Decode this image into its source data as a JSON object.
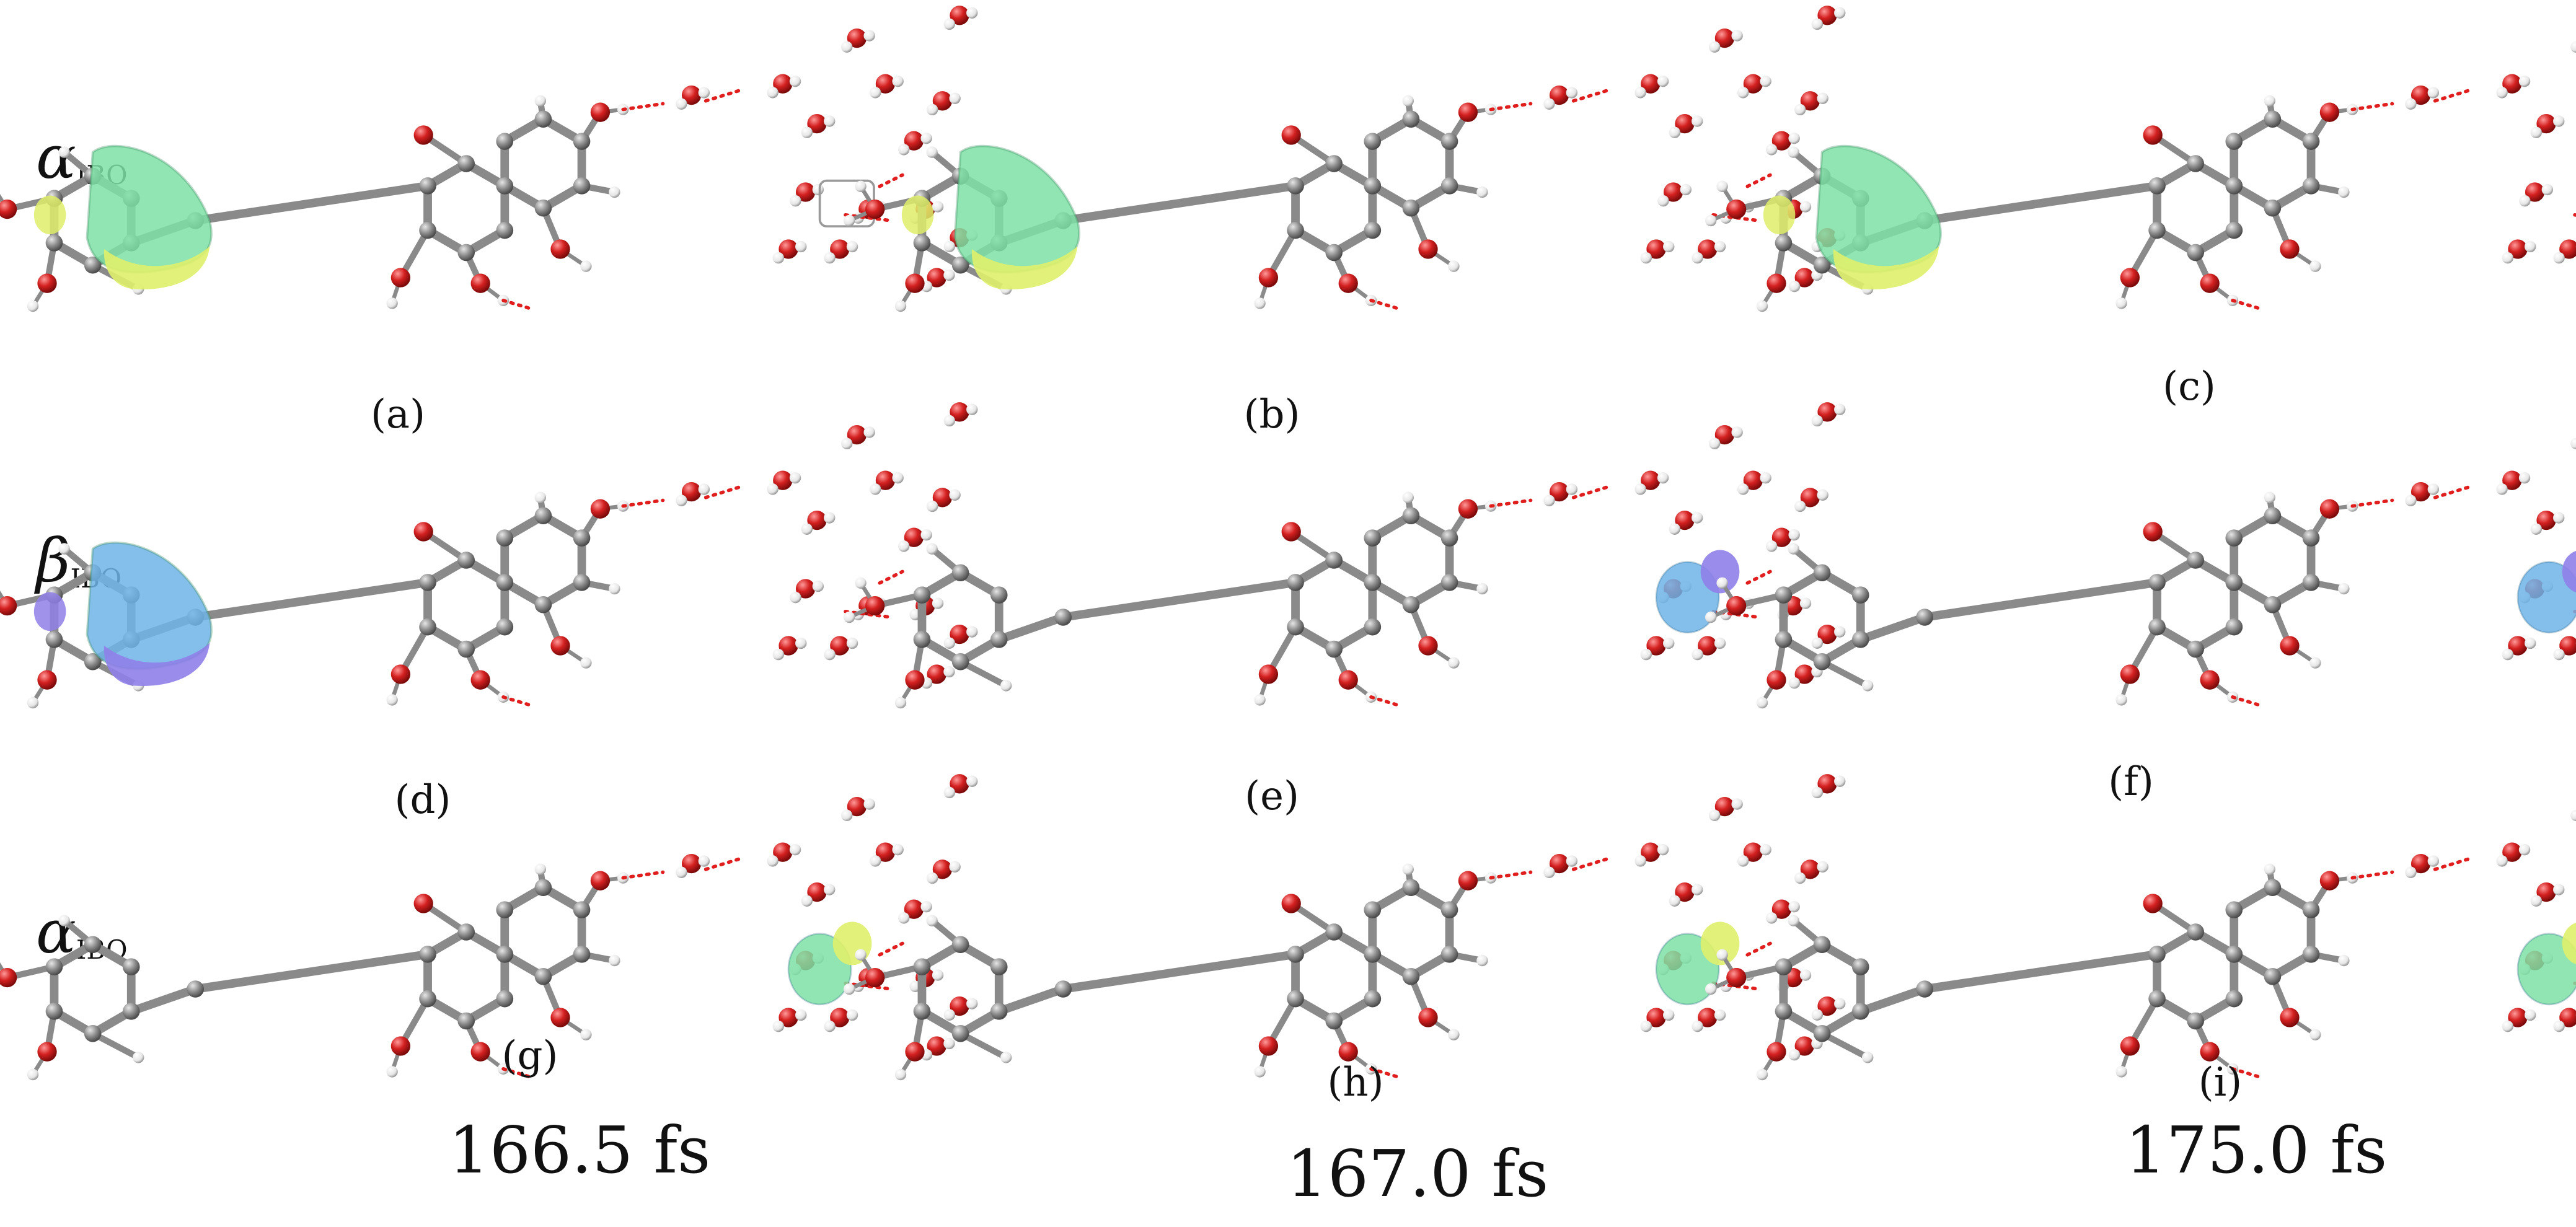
{
  "rows": [
    {
      "symbol": "α",
      "subscript": "IBO"
    },
    {
      "symbol": "β",
      "subscript": "IBO"
    },
    {
      "symbol": "α",
      "subscript": "IBO"
    }
  ],
  "panels": [
    {
      "label": "(a)",
      "orbital": "ring",
      "color": "#7ee0a4",
      "color2": "#dfef6a"
    },
    {
      "label": "(b)",
      "orbital": "ring",
      "color": "#7ee0a4",
      "color2": "#dfef6a"
    },
    {
      "label": "(c)",
      "orbital": "ring",
      "color": "#7ee0a4",
      "color2": "#dfef6a"
    },
    {
      "label": "(d)",
      "orbital": "ring",
      "color": "#6fb3e8",
      "color2": "#8f7fe8"
    },
    {
      "label": "(e)",
      "orbital": "water",
      "color": "#6fb3e8",
      "color2": "#8f7fe8"
    },
    {
      "label": "(f)",
      "orbital": "water",
      "color": "#6fb3e8",
      "color2": "#8f7fe8"
    },
    {
      "label": "(g)",
      "orbital": "water",
      "color": "#7ee0a4",
      "color2": "#dfef6a"
    },
    {
      "label": "(h)",
      "orbital": "water",
      "color": "#7ee0a4",
      "color2": "#dfef6a"
    },
    {
      "label": "(i)",
      "orbital": "water",
      "color": "#7ee0a4",
      "color2": "#dfef6a"
    }
  ],
  "times": [
    "166.5 fs",
    "167.0 fs",
    "175.0 fs"
  ],
  "colors": {
    "carbon": "#8c8c8c",
    "oxygen": "#d42020",
    "hydrogen": "#f2f2f2",
    "bond": "#8c8c8c"
  }
}
